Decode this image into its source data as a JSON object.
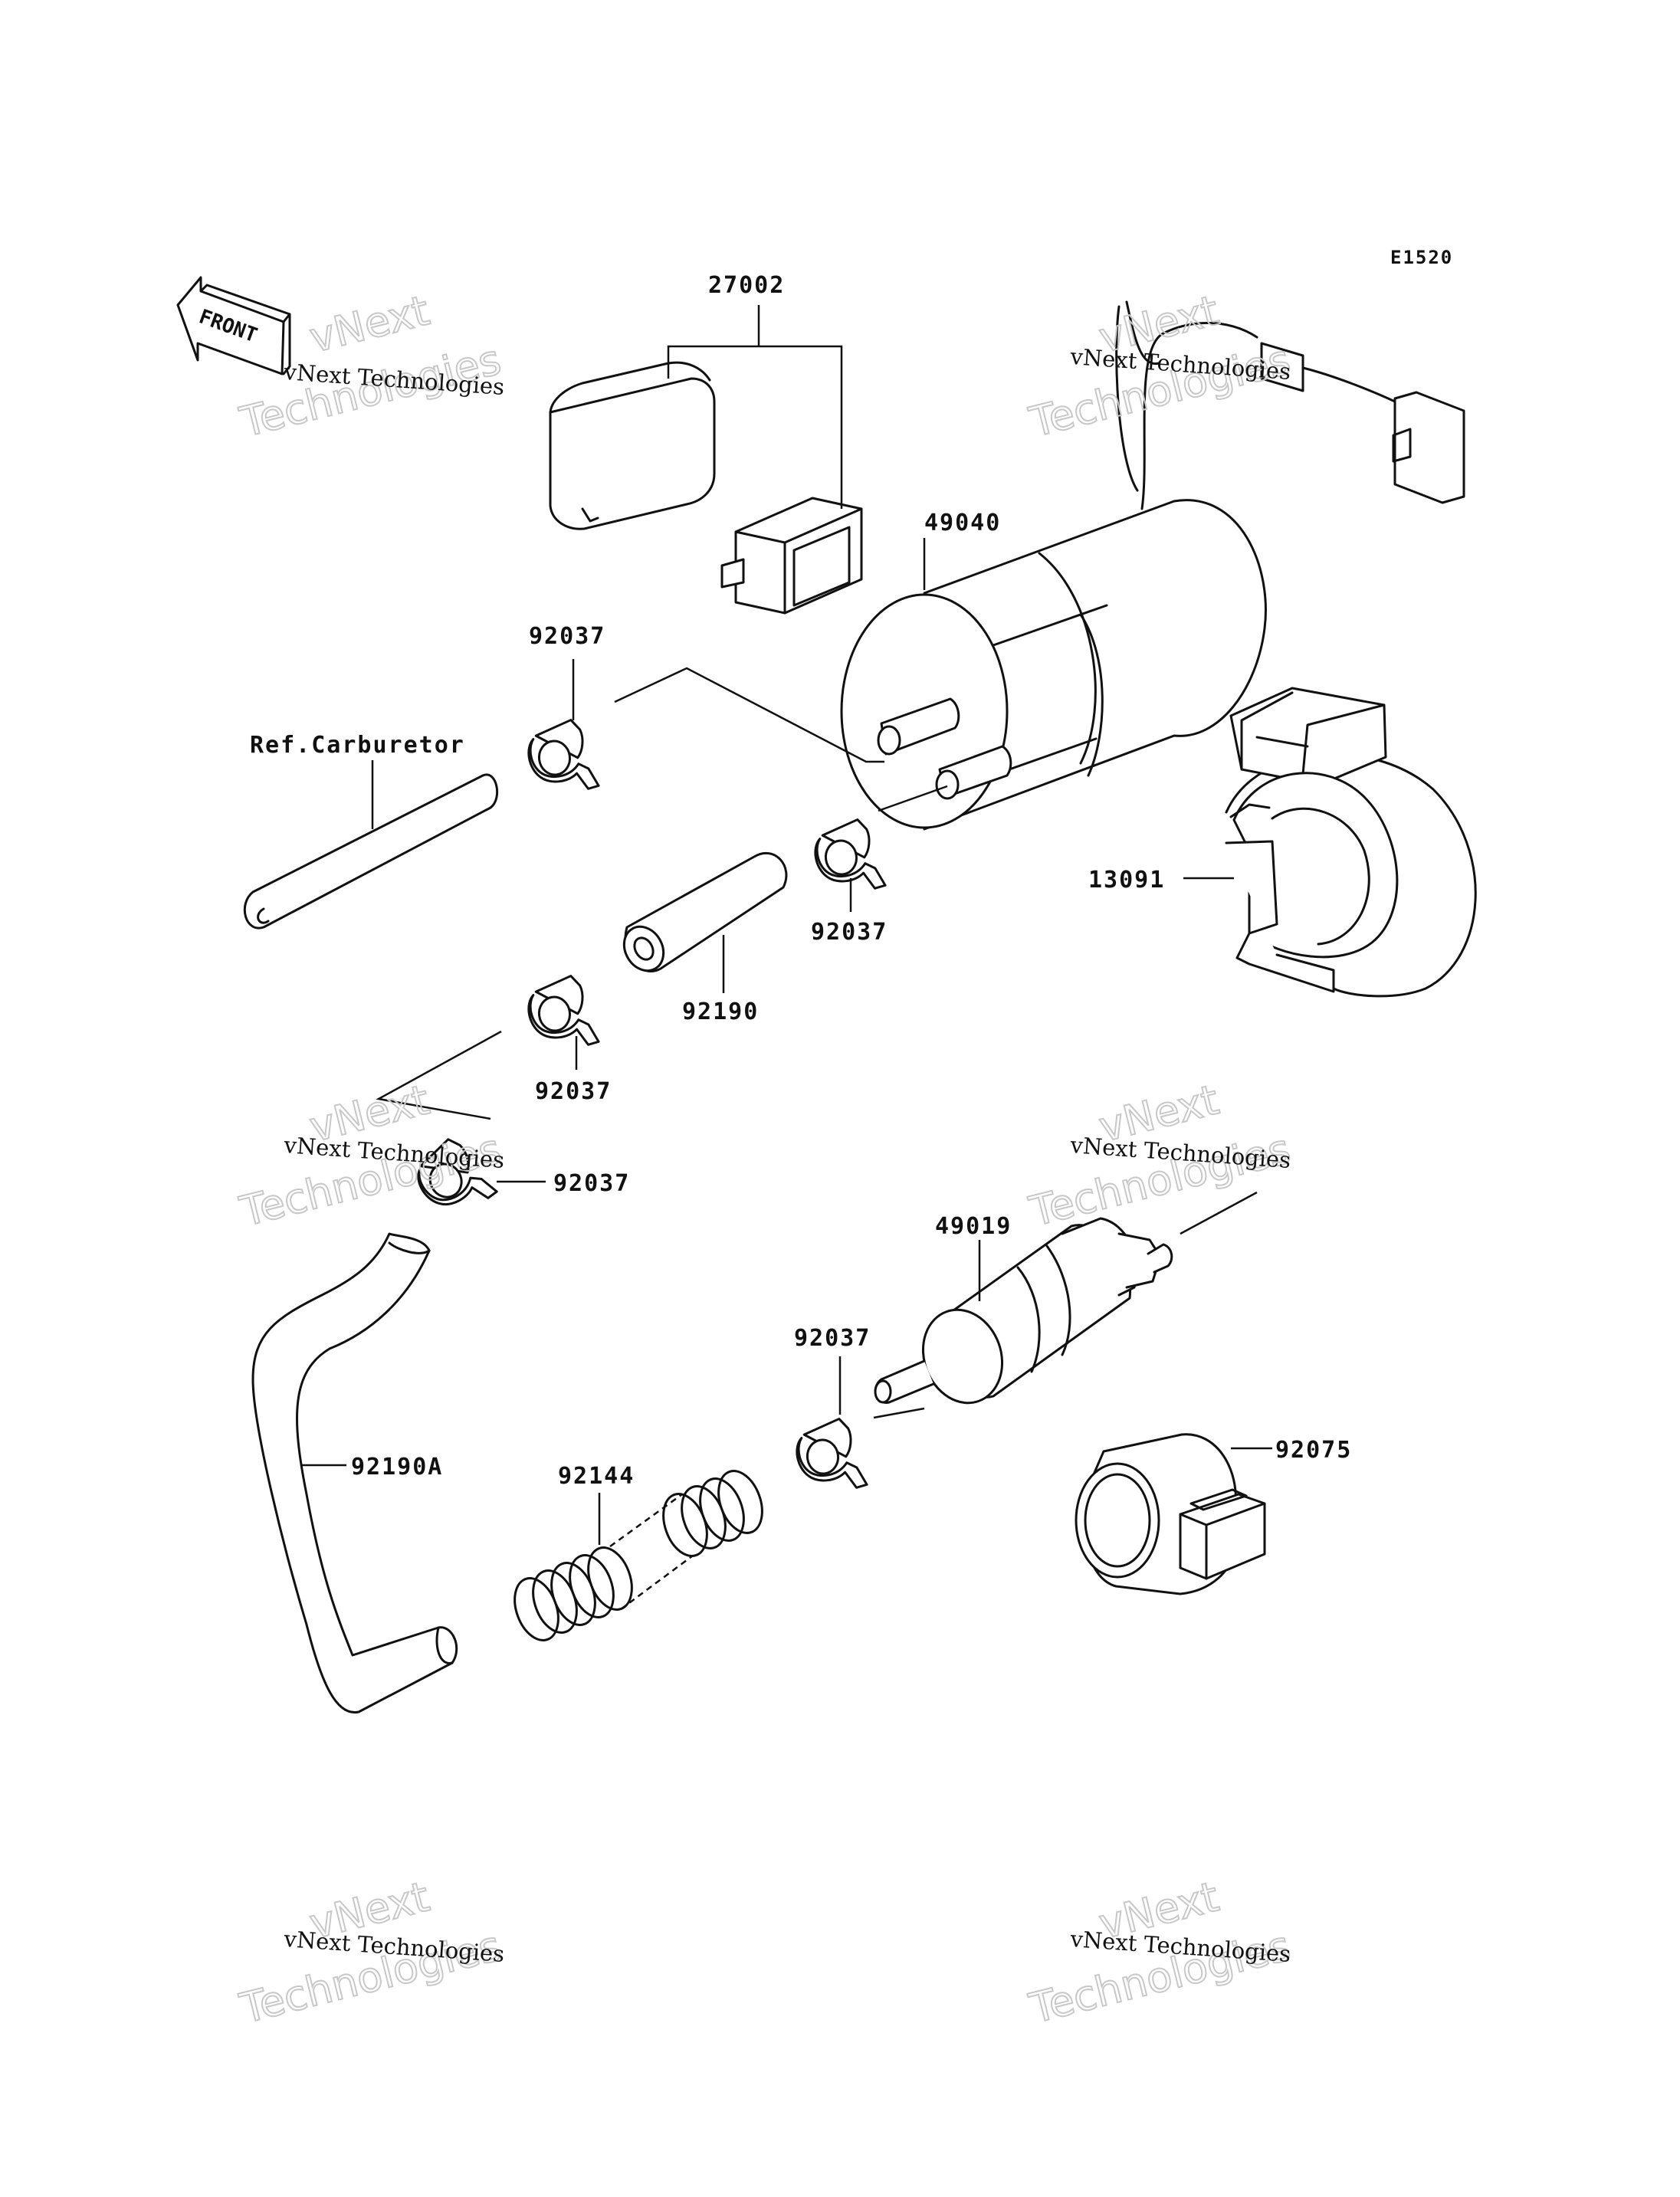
{
  "diagram": {
    "code": "E1520",
    "direction_marker": "FRONT",
    "watermark": {
      "line1": "vNext Technologies",
      "line2": "vNext",
      "line3": "Technologies"
    },
    "parts": [
      {
        "id": "p27002",
        "label": "27002"
      },
      {
        "id": "p49040",
        "label": "49040"
      },
      {
        "id": "p92037_a",
        "label": "92037"
      },
      {
        "id": "p_ref",
        "label": "Ref.Carburetor"
      },
      {
        "id": "p92037_b",
        "label": "92037"
      },
      {
        "id": "p13091",
        "label": "13091"
      },
      {
        "id": "p92190",
        "label": "92190"
      },
      {
        "id": "p92037_c",
        "label": "92037"
      },
      {
        "id": "p92037_d",
        "label": "92037"
      },
      {
        "id": "p49019",
        "label": "49019"
      },
      {
        "id": "p92037_e",
        "label": "92037"
      },
      {
        "id": "p92190A",
        "label": "92190A"
      },
      {
        "id": "p92144",
        "label": "92144"
      },
      {
        "id": "p92075",
        "label": "92075"
      }
    ]
  }
}
